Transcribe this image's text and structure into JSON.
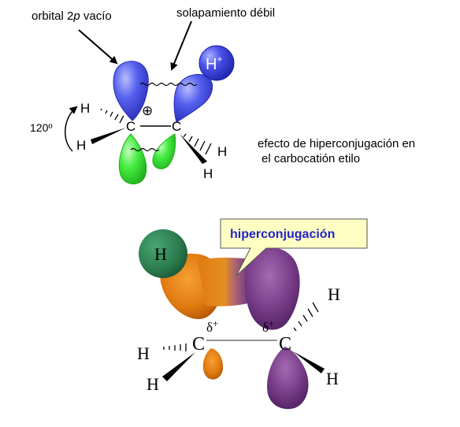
{
  "top_diagram": {
    "label_orbital": "orbital 2p vacío",
    "label_orbital_prefix": "orbital 2",
    "label_orbital_italic": "p",
    "label_orbital_suffix": " vacío",
    "label_overlap": "solapamiento débil",
    "angle": "120º",
    "plus_sign": "⊕",
    "carbon": "C",
    "hydrogen": "H",
    "proton": "H",
    "proton_charge": "+",
    "caption_line1": "efecto de hiperconjugación en",
    "caption_line2": "el carbocatión etilo"
  },
  "bottom_diagram": {
    "callout": "hiperconjugación",
    "carbon": "C",
    "hydrogen": "H",
    "delta_plus": "δ+",
    "delta": "δ",
    "plus": "+"
  },
  "colors": {
    "blue_lobe": "#4b55e6",
    "green_lobe": "#3ee63a",
    "proton_sphere": "#3f46e0",
    "callout_fill": "#ffffc4",
    "callout_text": "#2222cc",
    "orange_lobe": "#e07a10",
    "purple_lobe": "#7a3f8a",
    "h_sphere": "#2e7f52"
  }
}
